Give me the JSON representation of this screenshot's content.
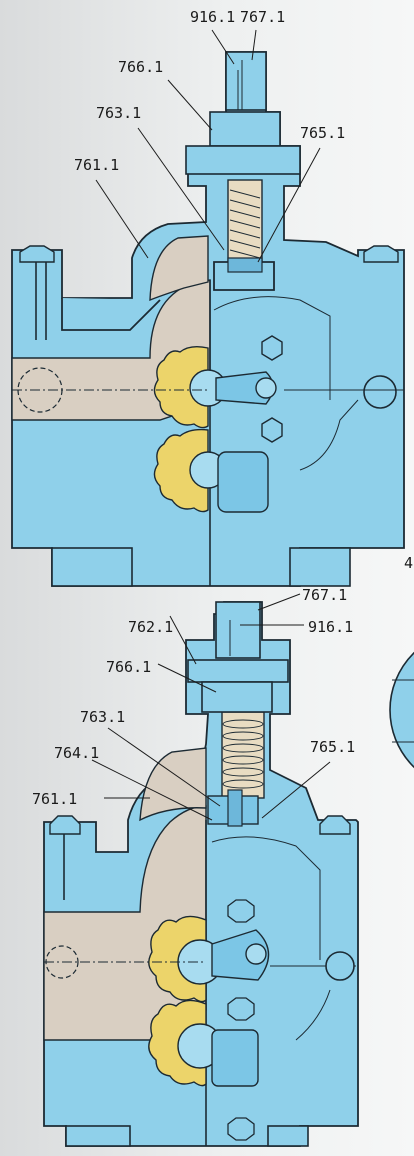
{
  "top_view": {
    "labels": [
      "916.1",
      "767.1",
      "766.1",
      "763.1",
      "761.1",
      "765.1"
    ],
    "edge_label": "4"
  },
  "bottom_view": {
    "labels": [
      "767.1",
      "762.1",
      "916.1",
      "766.1",
      "763.1",
      "764.1",
      "765.1",
      "761.1"
    ]
  },
  "colors": {
    "casing": "#8fd0ea",
    "casing_shadow": "#5aaed3",
    "cavity": "#d9cfc2",
    "gear": "#ecd46a",
    "background": "#e6e8e9"
  },
  "icons": [
    "hex-bolt-icon",
    "gear-rotor-icon",
    "spring-icon"
  ]
}
